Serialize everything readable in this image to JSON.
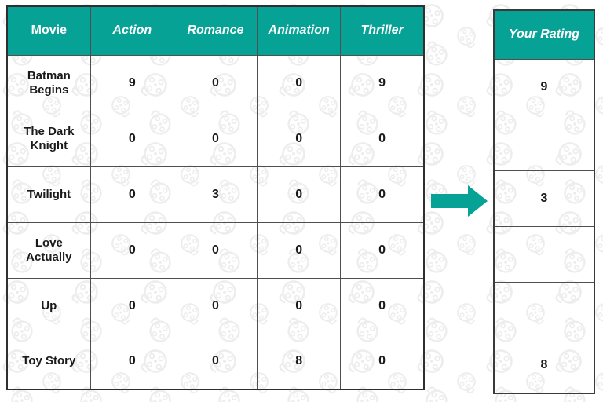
{
  "matrix_table": {
    "columns": [
      "Movie",
      "Action",
      "Romance",
      "Animation",
      "Thriller"
    ],
    "rows": [
      {
        "movie": "Batman Begins",
        "values": [
          "9",
          "0",
          "0",
          "9"
        ]
      },
      {
        "movie": "The Dark Knight",
        "values": [
          "0",
          "0",
          "0",
          "0"
        ]
      },
      {
        "movie": "Twilight",
        "values": [
          "0",
          "3",
          "0",
          "0"
        ]
      },
      {
        "movie": "Love Actually",
        "values": [
          "0",
          "0",
          "0",
          "0"
        ]
      },
      {
        "movie": "Up",
        "values": [
          "0",
          "0",
          "0",
          "0"
        ]
      },
      {
        "movie": "Toy Story",
        "values": [
          "0",
          "0",
          "8",
          "0"
        ]
      }
    ]
  },
  "rating_table": {
    "header": "Your Rating",
    "values": [
      "9",
      "",
      "3",
      "",
      "",
      "8"
    ]
  },
  "arrow": {
    "direction": "right"
  },
  "background": {
    "watermark": "film-reel-icon"
  },
  "colors": {
    "accent": "#06a296",
    "header_text": "#ffffff",
    "cell_text": "#1a1a1a",
    "inner_border": "#4f4f4f",
    "outer_border": "#2f2f2f",
    "pattern": "#ededed",
    "page_bg": "#ffffff"
  }
}
